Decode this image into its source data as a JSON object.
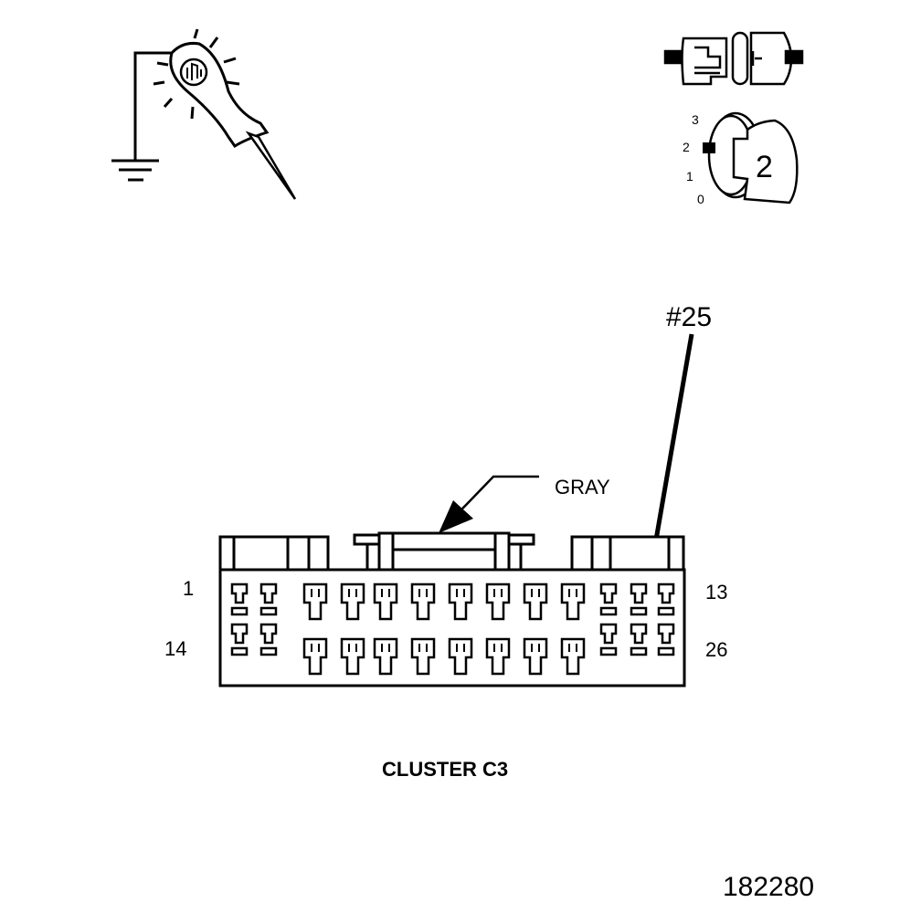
{
  "diagram": {
    "pointer_label": "#25",
    "connector_color": "GRAY",
    "pin_label_top_left": "1",
    "pin_label_top_right": "13",
    "pin_label_bottom_left": "14",
    "pin_label_bottom_right": "26",
    "connector_name": "CLUSTER C3",
    "figure_number": "182280",
    "ignition_positions": [
      "3",
      "2",
      "1",
      "0"
    ],
    "ignition_key_number": "2",
    "highlighted_pin": 25
  }
}
